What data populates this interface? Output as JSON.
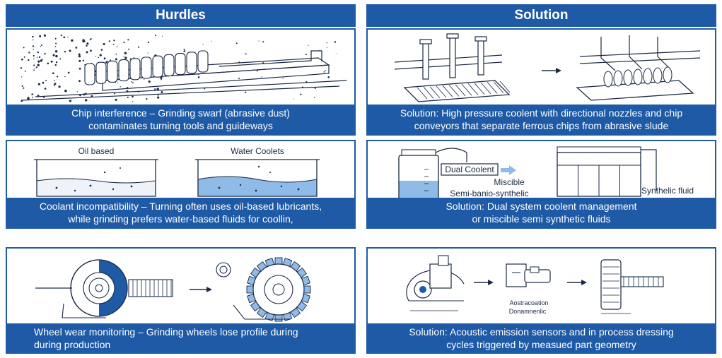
{
  "hurdles": {
    "title": "Hurdles",
    "panels": [
      {
        "caption_lines": [
          "Chip interference – Grinding swarf (abrasive dust)",
          "contaminates turning tools and guideways"
        ],
        "icons": [
          "swarf-particles-icon",
          "guideway-icon"
        ]
      },
      {
        "labels": [
          "Oil based",
          "Water Coolets"
        ],
        "caption_lines": [
          "Coolant incompatibility – Turning often uses oil-based lubricants,",
          "while grinding prefers water-based fluids for coollin,"
        ]
      },
      {
        "caption_lines": [
          "Wheel wear monitoring – Grinding wheels lose profile during",
          "during production"
        ],
        "icons": [
          "grinding-wheel-icon",
          "arrow-right-icon",
          "worn-wheel-icon"
        ]
      }
    ]
  },
  "solution": {
    "title": "Solution",
    "panels": [
      {
        "caption_lines": [
          "Solution: High pressure coolent with directional nozzles and chip",
          "conveyors that separate ferrous chips from abrasive slude"
        ],
        "icons": [
          "nozzle-tray-icon",
          "arrow-right-icon",
          "chip-conveyor-icon"
        ]
      },
      {
        "labels": [
          "Dual Coolent",
          "Miscible",
          "Semi-banio-synthelic",
          "Synthelic fluid"
        ],
        "caption_lines": [
          "Solution: Dual system coolent management",
          "or miscible semi synthetic fluids"
        ]
      },
      {
        "labels": [
          "Aostracoation",
          "Donamnenlic"
        ],
        "caption_lines": [
          "Solution: Acoustic emission sensors and in process dressing",
          "cycles triggered by measued part geometry"
        ],
        "icons": [
          "sensor-icon",
          "arrow-right-icon",
          "dresser-icon"
        ]
      }
    ]
  },
  "colors": {
    "accent": "#1f5aa6",
    "line": "#1a2a44",
    "fluid": "#8fbbe8"
  }
}
